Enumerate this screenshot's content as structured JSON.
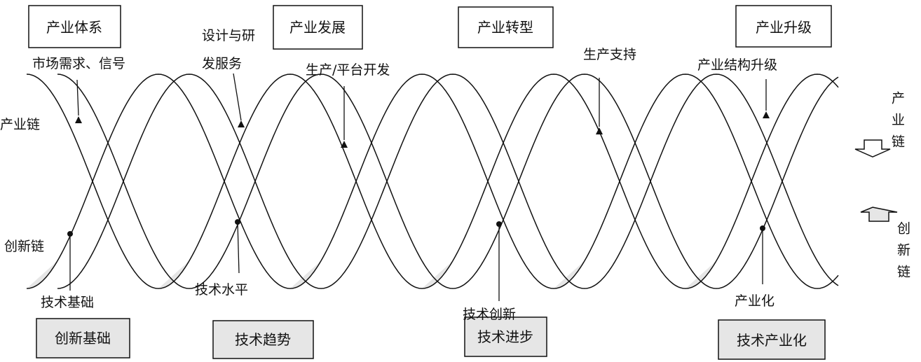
{
  "top_boxes": [
    "产业体系",
    "产业发展",
    "产业转型",
    "产业升级"
  ],
  "bottom_boxes": [
    "创新基础",
    "技术趋势",
    "技术进步",
    "技术产业化"
  ],
  "chains": {
    "left_upper": "产业链",
    "left_lower": "创新链",
    "right_upper": "产业链",
    "right_lower": "创新链"
  },
  "upper_labels": [
    "市场需求、信号",
    "设计与研",
    "发服务",
    "生产/平台开发",
    "生产支持",
    "产业结构升级"
  ],
  "lower_labels": [
    "技术基础",
    "技术水平",
    "技术创新",
    "产业化"
  ],
  "colors": {
    "fill": "#e6e6e6",
    "stroke": "#111111",
    "gray_box": "#e6e6e6"
  }
}
